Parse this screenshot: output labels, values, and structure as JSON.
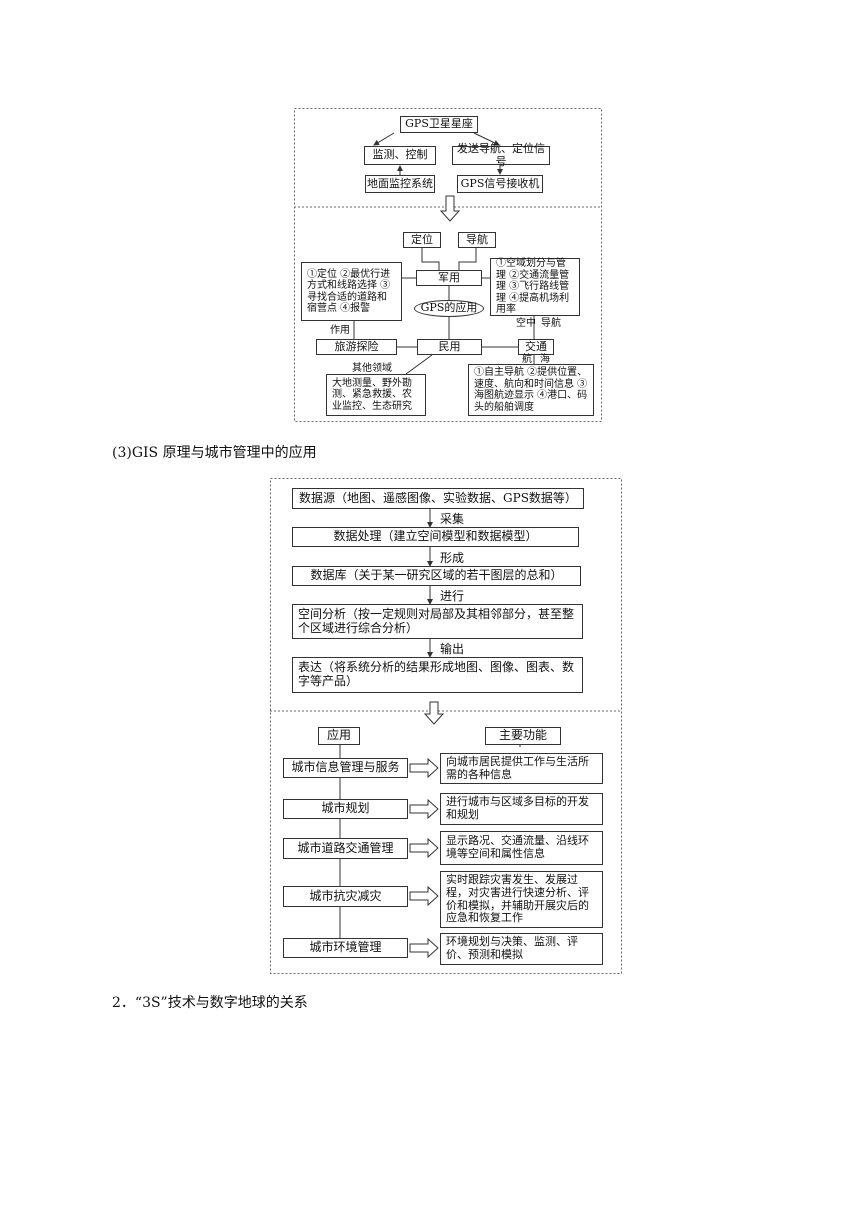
{
  "gps": {
    "constellation": "GPS卫星星座",
    "monitor": "监测、控制",
    "send": "发送导航、定位信号",
    "ground": "地面监控系统",
    "receiver": "GPS信号接收机",
    "positioning": "定位",
    "navigation": "导航",
    "military": "军用",
    "application": "GPS的应用",
    "civil": "民用",
    "tourism": "旅游探险",
    "traffic": "交通",
    "role_label": "作用",
    "other_fields_label": "其他领域",
    "air_label": "空中",
    "nav_label": "导航",
    "shipping_label": "航",
    "sea_label": "海",
    "tourism_functions": "①定位 ②最优行进方式和线路选择 ③寻找合适的道路和宿营点 ④报警",
    "air_functions": "①空域划分与管理 ②交通流量管理 ③飞行路线管理 ④提高机场利用率",
    "other_functions": "大地测量、野外勘测、紧急救援、农业监控、生态研究",
    "sea_functions": "①自主导航 ②提供位置、速度、航向和时间信息 ③海图航迹显示 ④港口、码头的船舶调度"
  },
  "caption_gis": "(3)GIS 原理与城市管理中的应用",
  "gis": {
    "source": "数据源（地图、遥感图像、实验数据、GPS数据等）",
    "collect": "采集",
    "processing": "数据处理（建立空间模型和数据模型）",
    "form": "形成",
    "database": "数据库（关于某一研究区域的若干图层的总和）",
    "conduct": "进行",
    "analysis": "空间分析（按一定规则对局部及其相邻部分，甚至整个区域进行综合分析）",
    "output": "输出",
    "expression": "表达（将系统分析的结果形成地图、图像、图表、数字等产品）",
    "app_header": "应用",
    "func_header": "主要功能",
    "rows": [
      {
        "app": "城市信息管理与服务",
        "func": "向城市居民提供工作与生活所需的各种信息"
      },
      {
        "app": "城市规划",
        "func": "进行城市与区域多目标的开发和规划"
      },
      {
        "app": "城市道路交通管理",
        "func": "显示路况、交通流量、沿线环境等空间和属性信息"
      },
      {
        "app": "城市抗灾减灾",
        "func": "实时跟踪灾害发生、发展过程，对灾害进行快速分析、评价和模拟，并辅助开展灾后的应急和恢复工作"
      },
      {
        "app": "城市环境管理",
        "func": "环境规划与决策、监测、评价、预测和模拟"
      }
    ]
  },
  "caption_3s": "2．“3S”技术与数字地球的关系"
}
